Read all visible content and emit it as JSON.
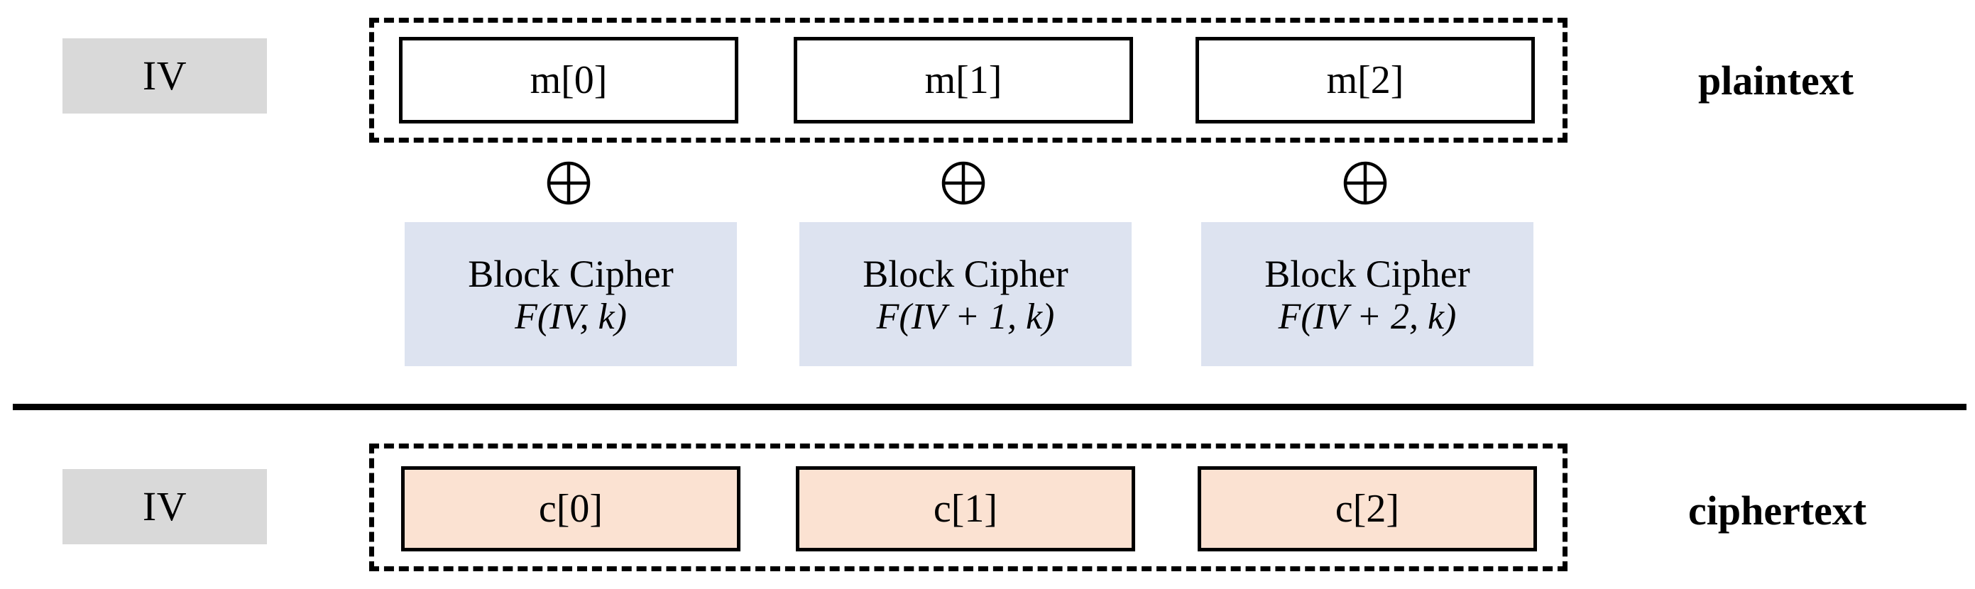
{
  "diagram": {
    "title": "CTR mode block cipher encryption diagram",
    "colors": {
      "iv_fill": "#d9d9d9",
      "block_cipher_fill": "#dde3f0",
      "ciphertext_fill": "#fbe2d2",
      "plaintext_fill": "#ffffff",
      "stroke": "#000000",
      "background": "#ffffff"
    }
  },
  "plaintext_row": {
    "iv_label": "IV",
    "side_label": "plaintext",
    "blocks": [
      {
        "label": "m[0]"
      },
      {
        "label": "m[1]"
      },
      {
        "label": "m[2]"
      }
    ]
  },
  "xor_row": {
    "icon_name": "xor-circled-plus-icon",
    "symbol": "⊕",
    "count": 3
  },
  "block_cipher_row": {
    "blocks": [
      {
        "title": "Block Cipher",
        "formula_prefix": "F",
        "formula_args": "(IV, k)",
        "formula_plain": "F(IV, k)"
      },
      {
        "title": "Block Cipher",
        "formula_prefix": "F",
        "formula_args": "(IV + 1, k)",
        "formula_plain": "F(IV + 1, k)"
      },
      {
        "title": "Block Cipher",
        "formula_prefix": "F",
        "formula_args": "(IV + 2, k)",
        "formula_plain": "F(IV + 2, k)"
      }
    ]
  },
  "ciphertext_row": {
    "iv_label": "IV",
    "side_label": "ciphertext",
    "blocks": [
      {
        "label": "c[0]"
      },
      {
        "label": "c[1]"
      },
      {
        "label": "c[2]"
      }
    ]
  }
}
